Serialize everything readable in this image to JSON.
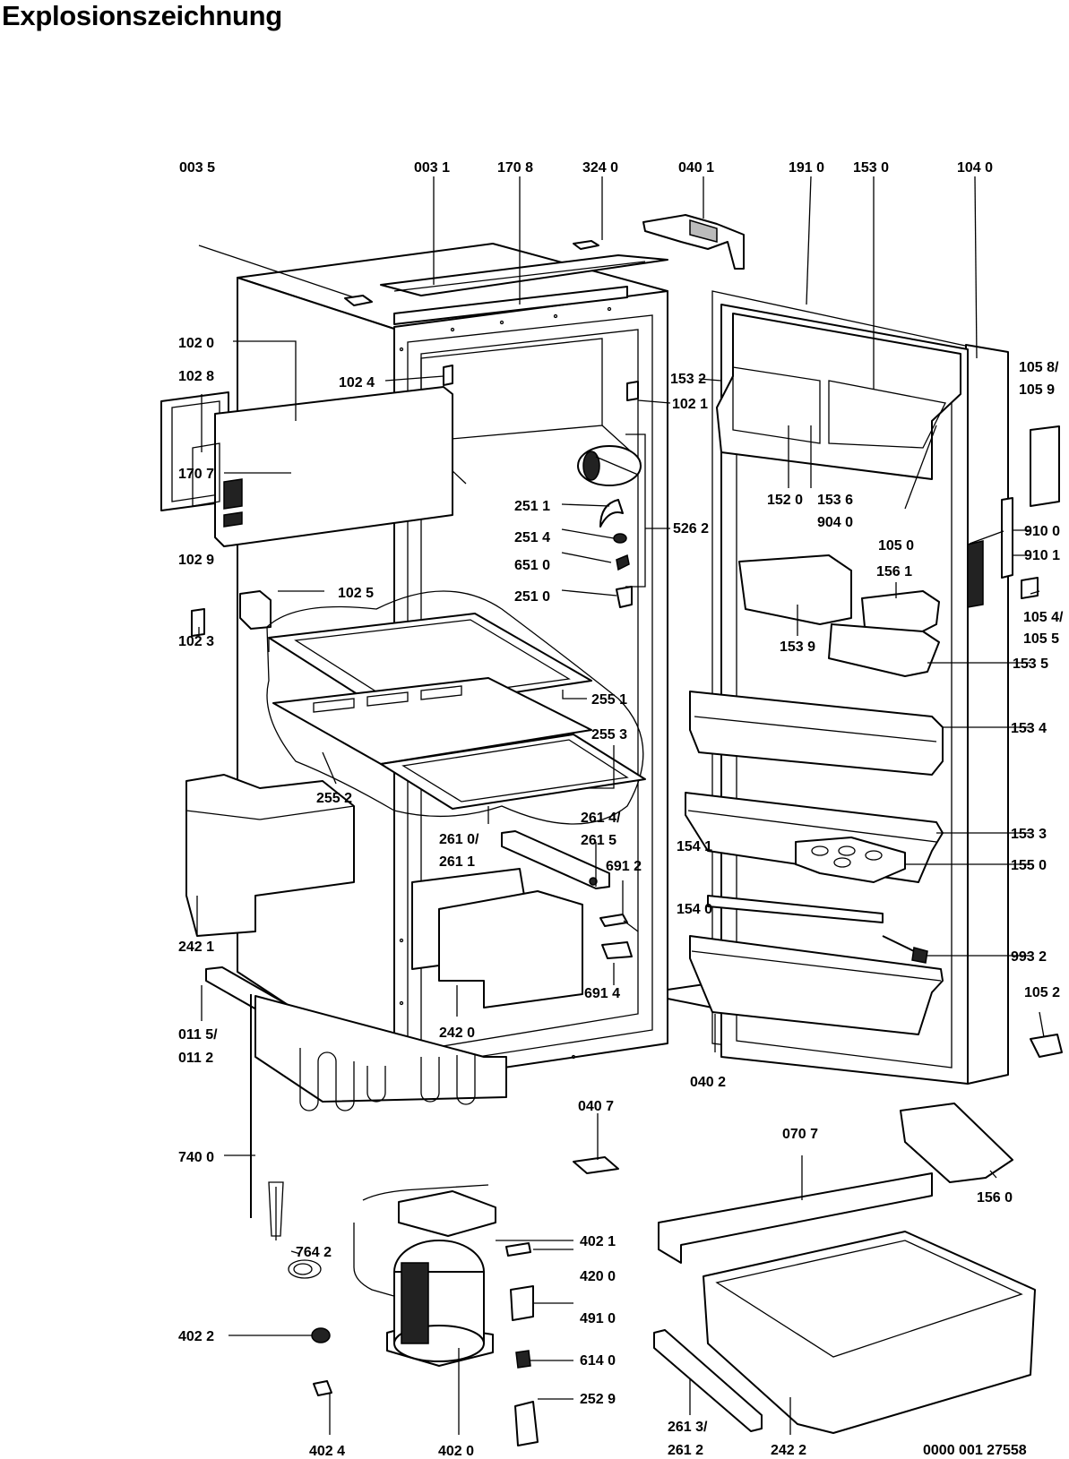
{
  "title": "Explosionszeichnung",
  "document_number": "0000 001 27558",
  "part_labels": {
    "p0035": "003 5",
    "p0031": "003 1",
    "p1708": "170 8",
    "p3240": "324 0",
    "p0401": "040 1",
    "p1910": "191 0",
    "p1530": "153 0",
    "p1040": "104 0",
    "p1020": "102 0",
    "p1028": "102 8",
    "p1024": "102 4",
    "p1532": "153 2",
    "p1021": "102 1",
    "p1058": "105 8/",
    "p1059": "105 9",
    "p1520": "152 0",
    "p1536": "153 6",
    "p9040": "904 0",
    "p2511": "251 1",
    "p2514": "251 4",
    "p6510": "651 0",
    "p2510": "251 0",
    "p5262": "526 2",
    "p9100": "910 0",
    "p9101": "910 1",
    "p1050": "105 0",
    "p1561": "156 1",
    "p1029": "102 9",
    "p1025": "102 5",
    "p1023": "102 3",
    "p1539": "153 9",
    "p1054": "105 4/",
    "p1055": "105 5",
    "p1535": "153 5",
    "p2551": "255 1",
    "p1534": "153 4",
    "p2553": "255 3",
    "p1707": "170 7",
    "p2552": "255 2",
    "p1533": "153 3",
    "p2610": "261 0/",
    "p2611": "261 1",
    "p2614": "261 4/",
    "p2615": "261 5",
    "p6912": "691 2",
    "p1541": "154 1",
    "p1550": "155 0",
    "p1540": "154 0",
    "p2421": "242 1",
    "p9932": "993 2",
    "p6914": "691 4",
    "p1052": "105 2",
    "p0115": "011 5/",
    "p0112": "011 2",
    "p2420": "242 0",
    "p0402": "040 2",
    "p0407": "040 7",
    "p0707": "070 7",
    "p7400": "740 0",
    "p1560": "156 0",
    "p4021": "402 1",
    "p7642": "764 2",
    "p4200": "420 0",
    "p4910": "491 0",
    "p4022": "402 2",
    "p6140": "614 0",
    "p2529": "252 9",
    "p4024": "402 4",
    "p4020": "402 0",
    "p2613": "261 3/",
    "p2612": "261 2",
    "p2422": "242 2"
  }
}
